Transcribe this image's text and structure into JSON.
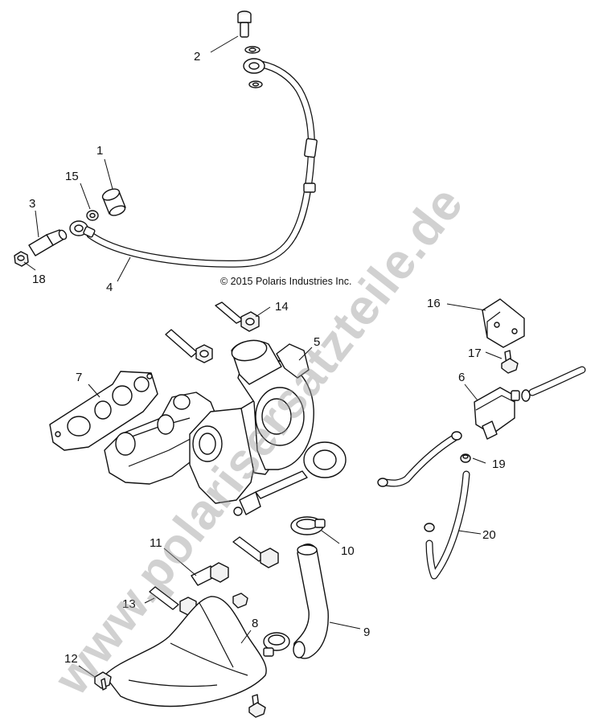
{
  "copyright": "© 2015 Polaris Industries Inc.",
  "watermark": "www.polarisersatzteile.de",
  "callouts": [
    {
      "id": "1",
      "label": "1"
    },
    {
      "id": "2",
      "label": "2"
    },
    {
      "id": "3",
      "label": "3"
    },
    {
      "id": "4",
      "label": "4"
    },
    {
      "id": "5",
      "label": "5"
    },
    {
      "id": "6",
      "label": "6"
    },
    {
      "id": "7",
      "label": "7"
    },
    {
      "id": "8",
      "label": "8"
    },
    {
      "id": "9",
      "label": "9"
    },
    {
      "id": "10",
      "label": "10"
    },
    {
      "id": "11",
      "label": "11"
    },
    {
      "id": "12",
      "label": "12"
    },
    {
      "id": "13",
      "label": "13"
    },
    {
      "id": "14",
      "label": "14"
    },
    {
      "id": "15",
      "label": "15"
    },
    {
      "id": "16",
      "label": "16"
    },
    {
      "id": "17",
      "label": "17"
    },
    {
      "id": "18",
      "label": "18"
    },
    {
      "id": "19",
      "label": "19"
    },
    {
      "id": "20",
      "label": "20"
    }
  ]
}
